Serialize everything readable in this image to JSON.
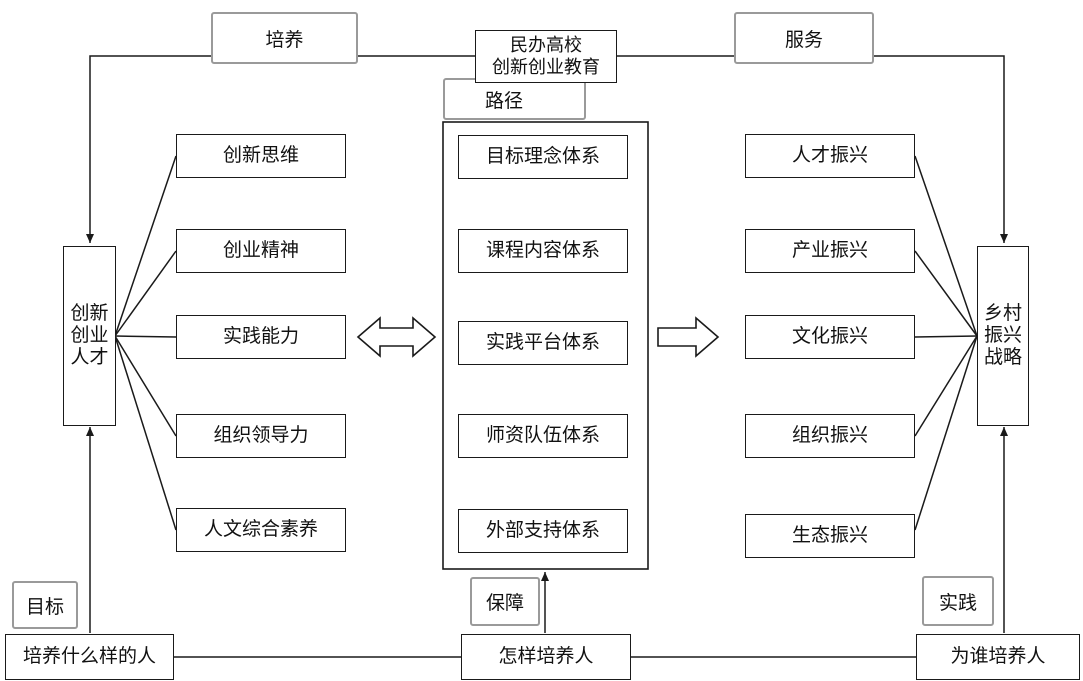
{
  "top_center": "民办高校\n创新创业教育",
  "edge_labels": {
    "cultivate": "培养",
    "serve": "服务",
    "path": "路径",
    "guarantee": "保障",
    "goal": "目标",
    "practice": "实践"
  },
  "left_main": "创新\n创业\n人才",
  "right_main": "乡村\n振兴\n战略",
  "left_items": [
    "创新思维",
    "创业精神",
    "实践能力",
    "组织领导力",
    "人文综合素养"
  ],
  "center_items": [
    "目标理念体系",
    "课程内容体系",
    "实践平台体系",
    "师资队伍体系",
    "外部支持体系"
  ],
  "right_items": [
    "人才振兴",
    "产业振兴",
    "文化振兴",
    "组织振兴",
    "生态振兴"
  ],
  "bottom": {
    "left": "培养什么样的人",
    "center": "怎样培养人",
    "right": "为谁培养人"
  }
}
